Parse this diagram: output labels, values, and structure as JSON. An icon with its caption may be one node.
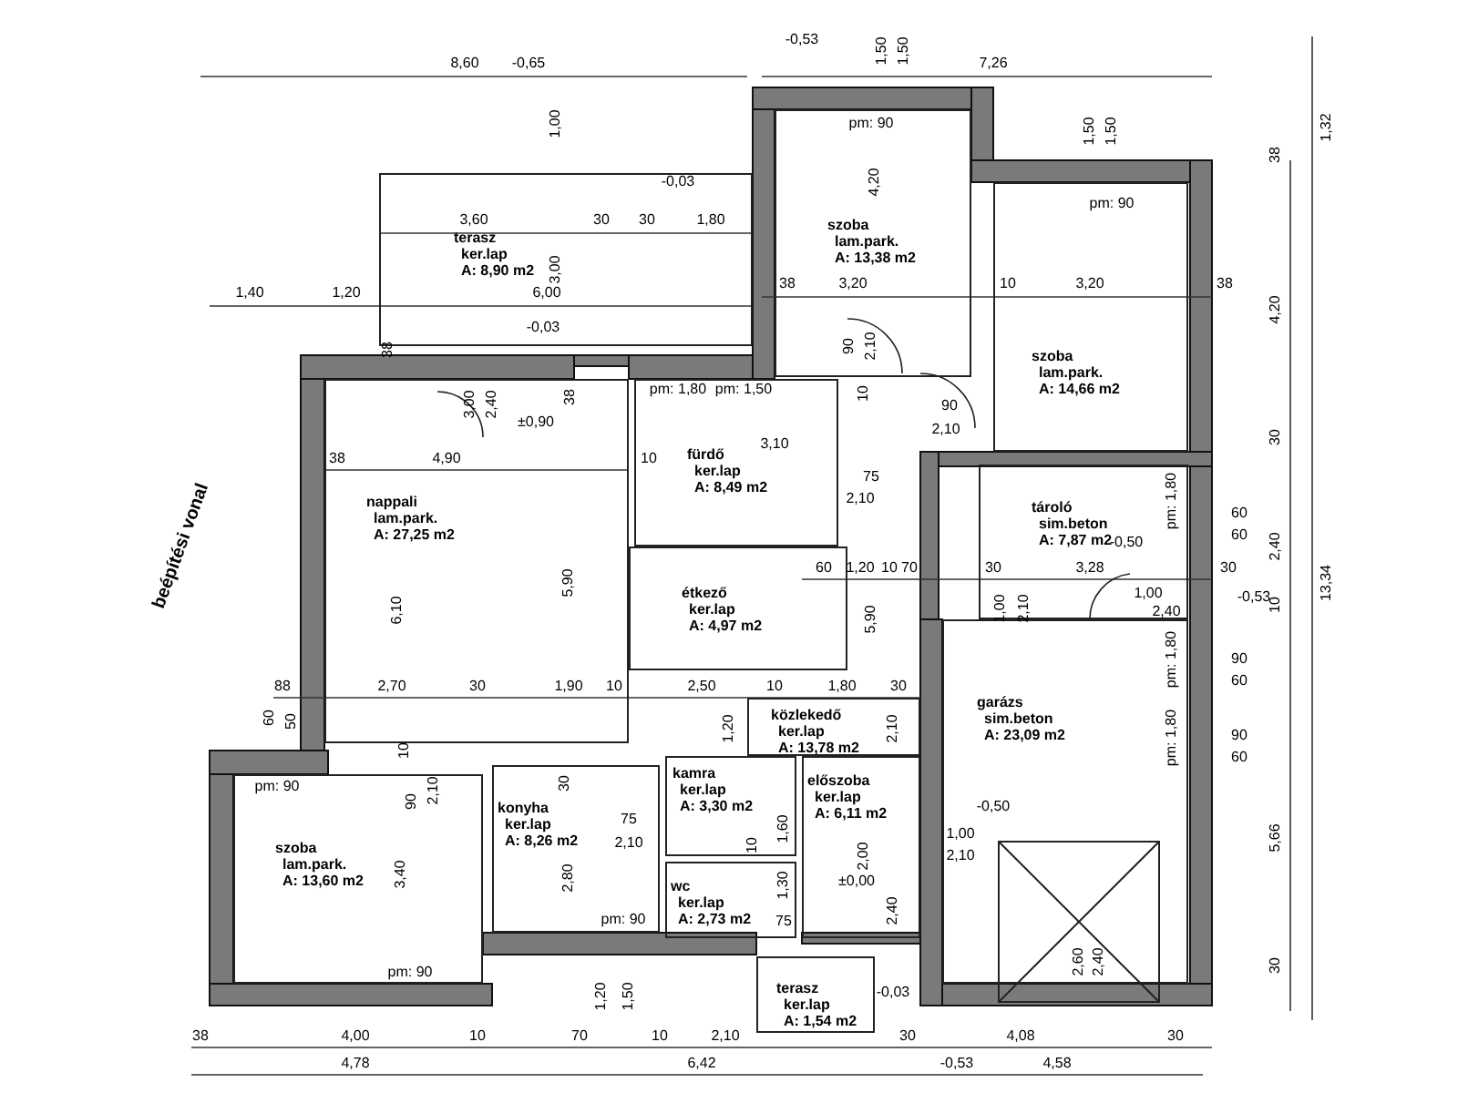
{
  "diagram": {
    "nodes": [
      {
        "text": [
          "terasz",
          "ker.lap",
          "A: 8,90 m2"
        ]
      },
      {
        "text": [
          "szoba",
          "lam.park.",
          "A: 13,38 m2"
        ]
      },
      {
        "text": [
          "szoba",
          "lam.park.",
          "A: 14,66 m2"
        ]
      },
      {
        "text": [
          "fürdő",
          "ker.lap",
          "A: 8,49 m2"
        ]
      },
      {
        "text": [
          "nappali",
          "lam.park.",
          "A: 27,25 m2"
        ]
      },
      {
        "text": [
          "étkező",
          "ker.lap",
          "A: 4,97 m2"
        ]
      },
      {
        "text": [
          "tároló",
          "sim.beton",
          "A: 7,87 m2"
        ]
      },
      {
        "text": [
          "garázs",
          "sim.beton",
          "A: 23,09 m2"
        ]
      },
      {
        "text": [
          "közlekedő",
          "ker.lap",
          "A: 13,78 m2"
        ]
      },
      {
        "text": [
          "szoba",
          "lam.park.",
          "A: 13,60 m2"
        ]
      },
      {
        "text": [
          "konyha",
          "ker.lap",
          "A: 8,26 m2"
        ]
      },
      {
        "text": [
          "kamra",
          "ker.lap",
          "A: 3,30 m2"
        ]
      },
      {
        "text": [
          "wc",
          "ker.lap",
          "A: 2,73 m2"
        ]
      },
      {
        "text": [
          "előszoba",
          "ker.lap",
          "A: 6,11 m2"
        ]
      },
      {
        "text": [
          "terasz",
          "ker.lap",
          "A: 1,54 m2"
        ]
      }
    ],
    "edges": [],
    "labels": [
      "8,60",
      "-0,65",
      "-0,53",
      "7,26",
      "1,50",
      "1,50",
      "1,00",
      "pm: 90",
      "1,50",
      "1,50",
      "1,32",
      "-0,03",
      "pm: 90",
      "3,60",
      "30",
      "30",
      "1,80",
      "4,20",
      "3,00",
      "1,40",
      "1,20",
      "6,00",
      "-0,03",
      "38",
      "3,20",
      "10",
      "3,20",
      "38",
      "38",
      "4,20",
      "30",
      "2,40",
      "10",
      "5,66",
      "30",
      "13,34",
      "90",
      "2,10",
      "10",
      "90",
      "2,10",
      "38",
      "3,00",
      "2,40",
      "±0,90",
      "38",
      "pm: 1,80",
      "pm: 1,50",
      "3,10",
      "75",
      "2,10",
      "38",
      "4,90",
      "10",
      "6,10",
      "5,90",
      "5,90",
      "60",
      "1,20",
      "10",
      "70",
      "30",
      "3,28",
      "1,00",
      "30",
      "1,00",
      "2,10",
      "pm: 1,80",
      "60",
      "60",
      "-0,50",
      "2,40",
      "-0,53",
      "pm: 1,80",
      "90",
      "60",
      "pm: 1,80",
      "90",
      "60",
      "88",
      "2,70",
      "30",
      "1,90",
      "10",
      "2,50",
      "10",
      "1,80",
      "30",
      "60",
      "50",
      "1,20",
      "2,10",
      "pm: 90",
      "10",
      "90",
      "2,10",
      "3,40",
      "pm: 90",
      "30",
      "75",
      "2,10",
      "2,80",
      "pm: 90",
      "1,60",
      "10",
      "1,30",
      "75",
      "2,00",
      "±0,00",
      "2,40",
      "-0,03",
      "-0,50",
      "1,00",
      "2,10",
      "2,60",
      "2,40",
      "1,20",
      "1,50",
      "38",
      "4,00",
      "10",
      "70",
      "10",
      "2,10",
      "30",
      "4,08",
      "30",
      "4,78",
      "6,42",
      "-0,53",
      "4,58",
      "beépítési vonal"
    ]
  }
}
